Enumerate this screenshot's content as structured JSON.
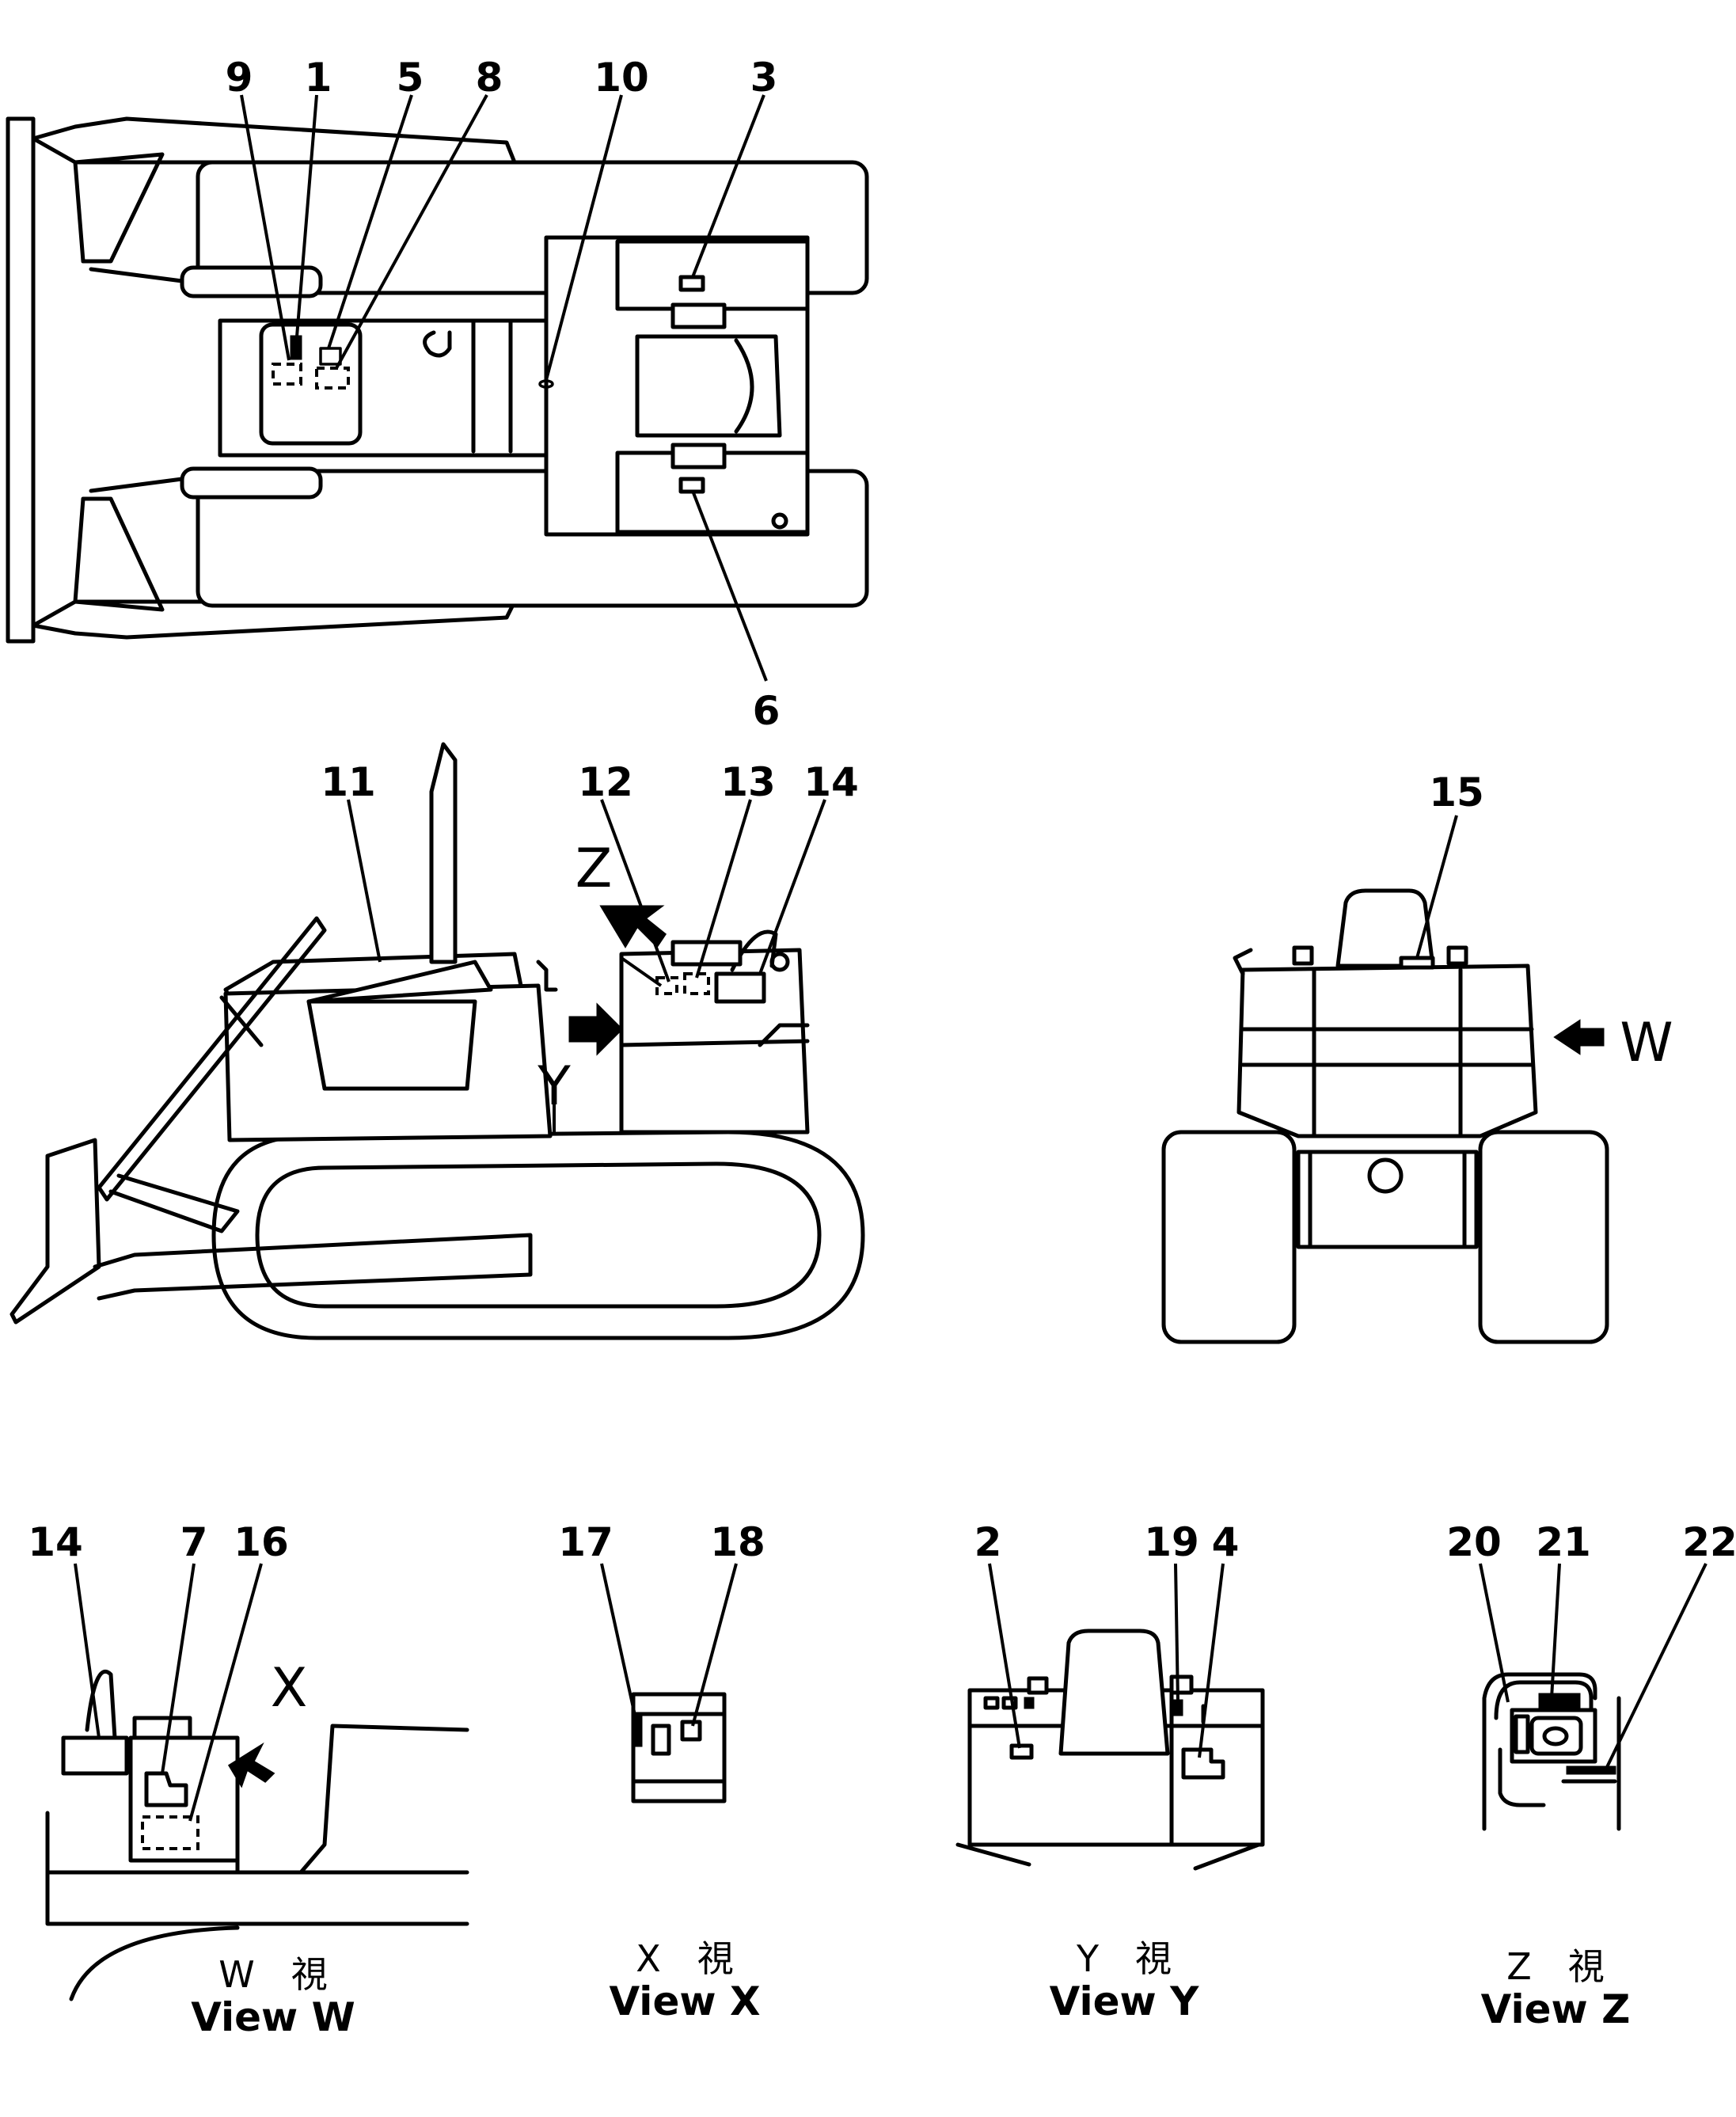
{
  "callouts": {
    "n1": "1",
    "n2": "2",
    "n3": "3",
    "n4": "4",
    "n5": "5",
    "n6": "6",
    "n7": "7",
    "n8": "8",
    "n9": "9",
    "n10": "10",
    "n11": "11",
    "n12": "12",
    "n13": "13",
    "n14_side": "14",
    "n14_w": "14",
    "n15": "15",
    "n16": "16",
    "n17": "17",
    "n18": "18",
    "n19": "19",
    "n20": "20",
    "n21": "21",
    "n22": "22"
  },
  "view_arrows": {
    "z": "Z",
    "y": "Y",
    "w": "W",
    "x": "X"
  },
  "captions": {
    "w": {
      "jp": "W　視",
      "en": "View  W"
    },
    "x": {
      "jp": "X　視",
      "en": "View  X"
    },
    "y": {
      "jp": "Y　視",
      "en": "View  Y"
    },
    "z": {
      "jp": "Z　視",
      "en": "View  Z"
    }
  }
}
